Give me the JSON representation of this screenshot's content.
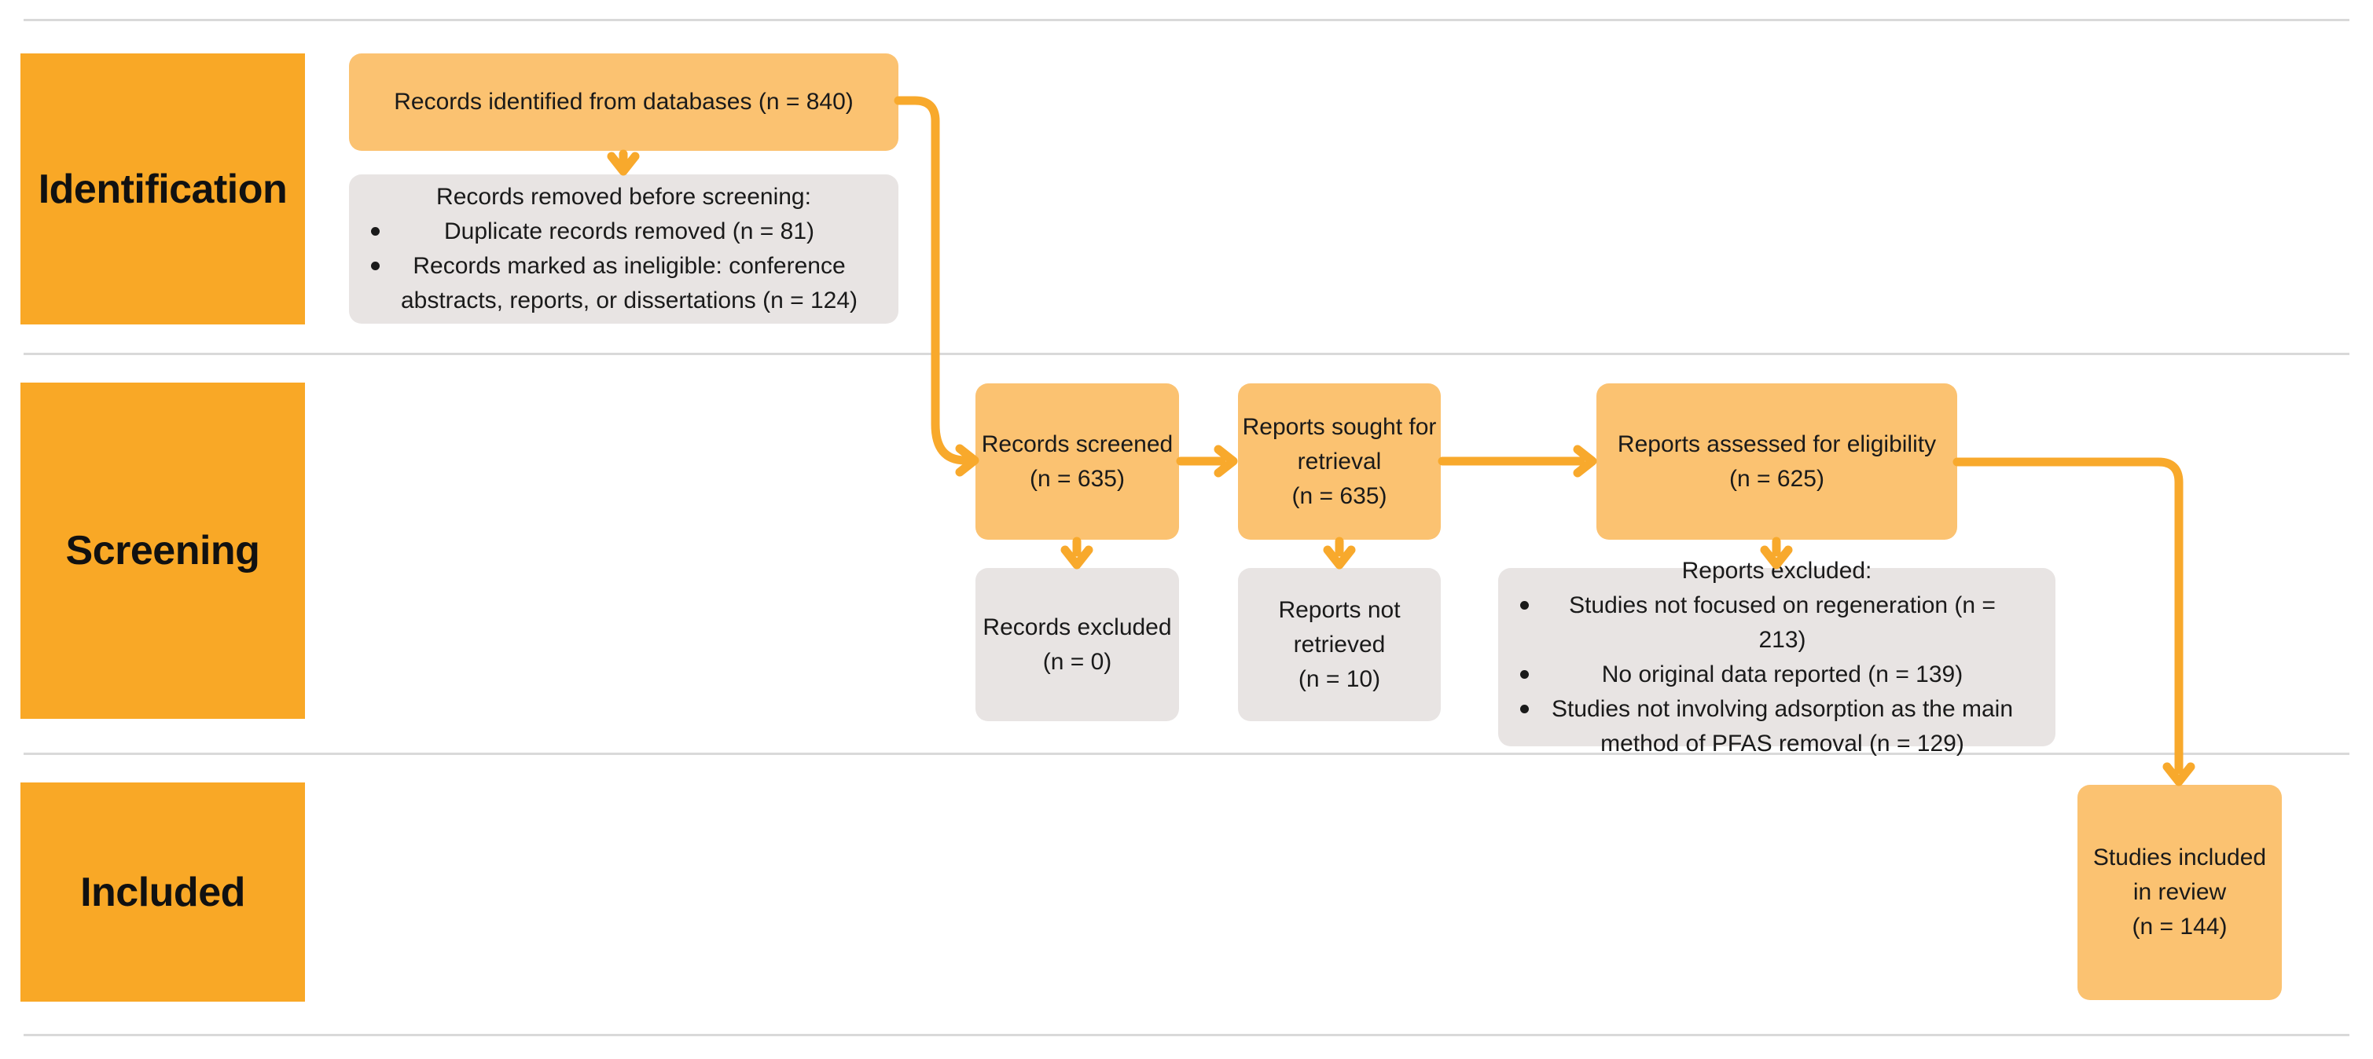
{
  "colors": {
    "stage_fill": "#F9A826",
    "flow_fill": "#FBC271",
    "gray_fill": "#E8E4E3",
    "arrow": "#F8A92C",
    "divider": "#D9D9D9",
    "text": "#1A1A1A"
  },
  "stages": [
    {
      "label": "Identification"
    },
    {
      "label": "Screening"
    },
    {
      "label": "Included"
    }
  ],
  "boxes": {
    "identified": {
      "text": "Records identified from databases (n = 840)"
    },
    "removed": {
      "title": "Records removed before screening:",
      "bullets": [
        "Duplicate records removed (n = 81)",
        "Records marked as ineligible: conference abstracts, reports, or dissertations (n = 124)"
      ]
    },
    "screened": {
      "text": "Records screened\n(n = 635)"
    },
    "records_excluded": {
      "text": "Records excluded\n(n = 0)"
    },
    "sought": {
      "text": "Reports sought for\nretrieval\n(n = 635)"
    },
    "not_retrieved": {
      "text": "Reports not\nretrieved\n(n = 10)"
    },
    "assessed": {
      "text": "Reports assessed for eligibility\n(n = 625)"
    },
    "reports_excluded": {
      "title": "Reports excluded:",
      "bullets": [
        "Studies not focused on regeneration (n = 213)",
        "No original data reported (n = 139)",
        "Studies not involving adsorption as the main method of PFAS removal (n = 129)"
      ]
    },
    "included": {
      "text": "Studies included\nin review\n(n = 144)"
    }
  }
}
